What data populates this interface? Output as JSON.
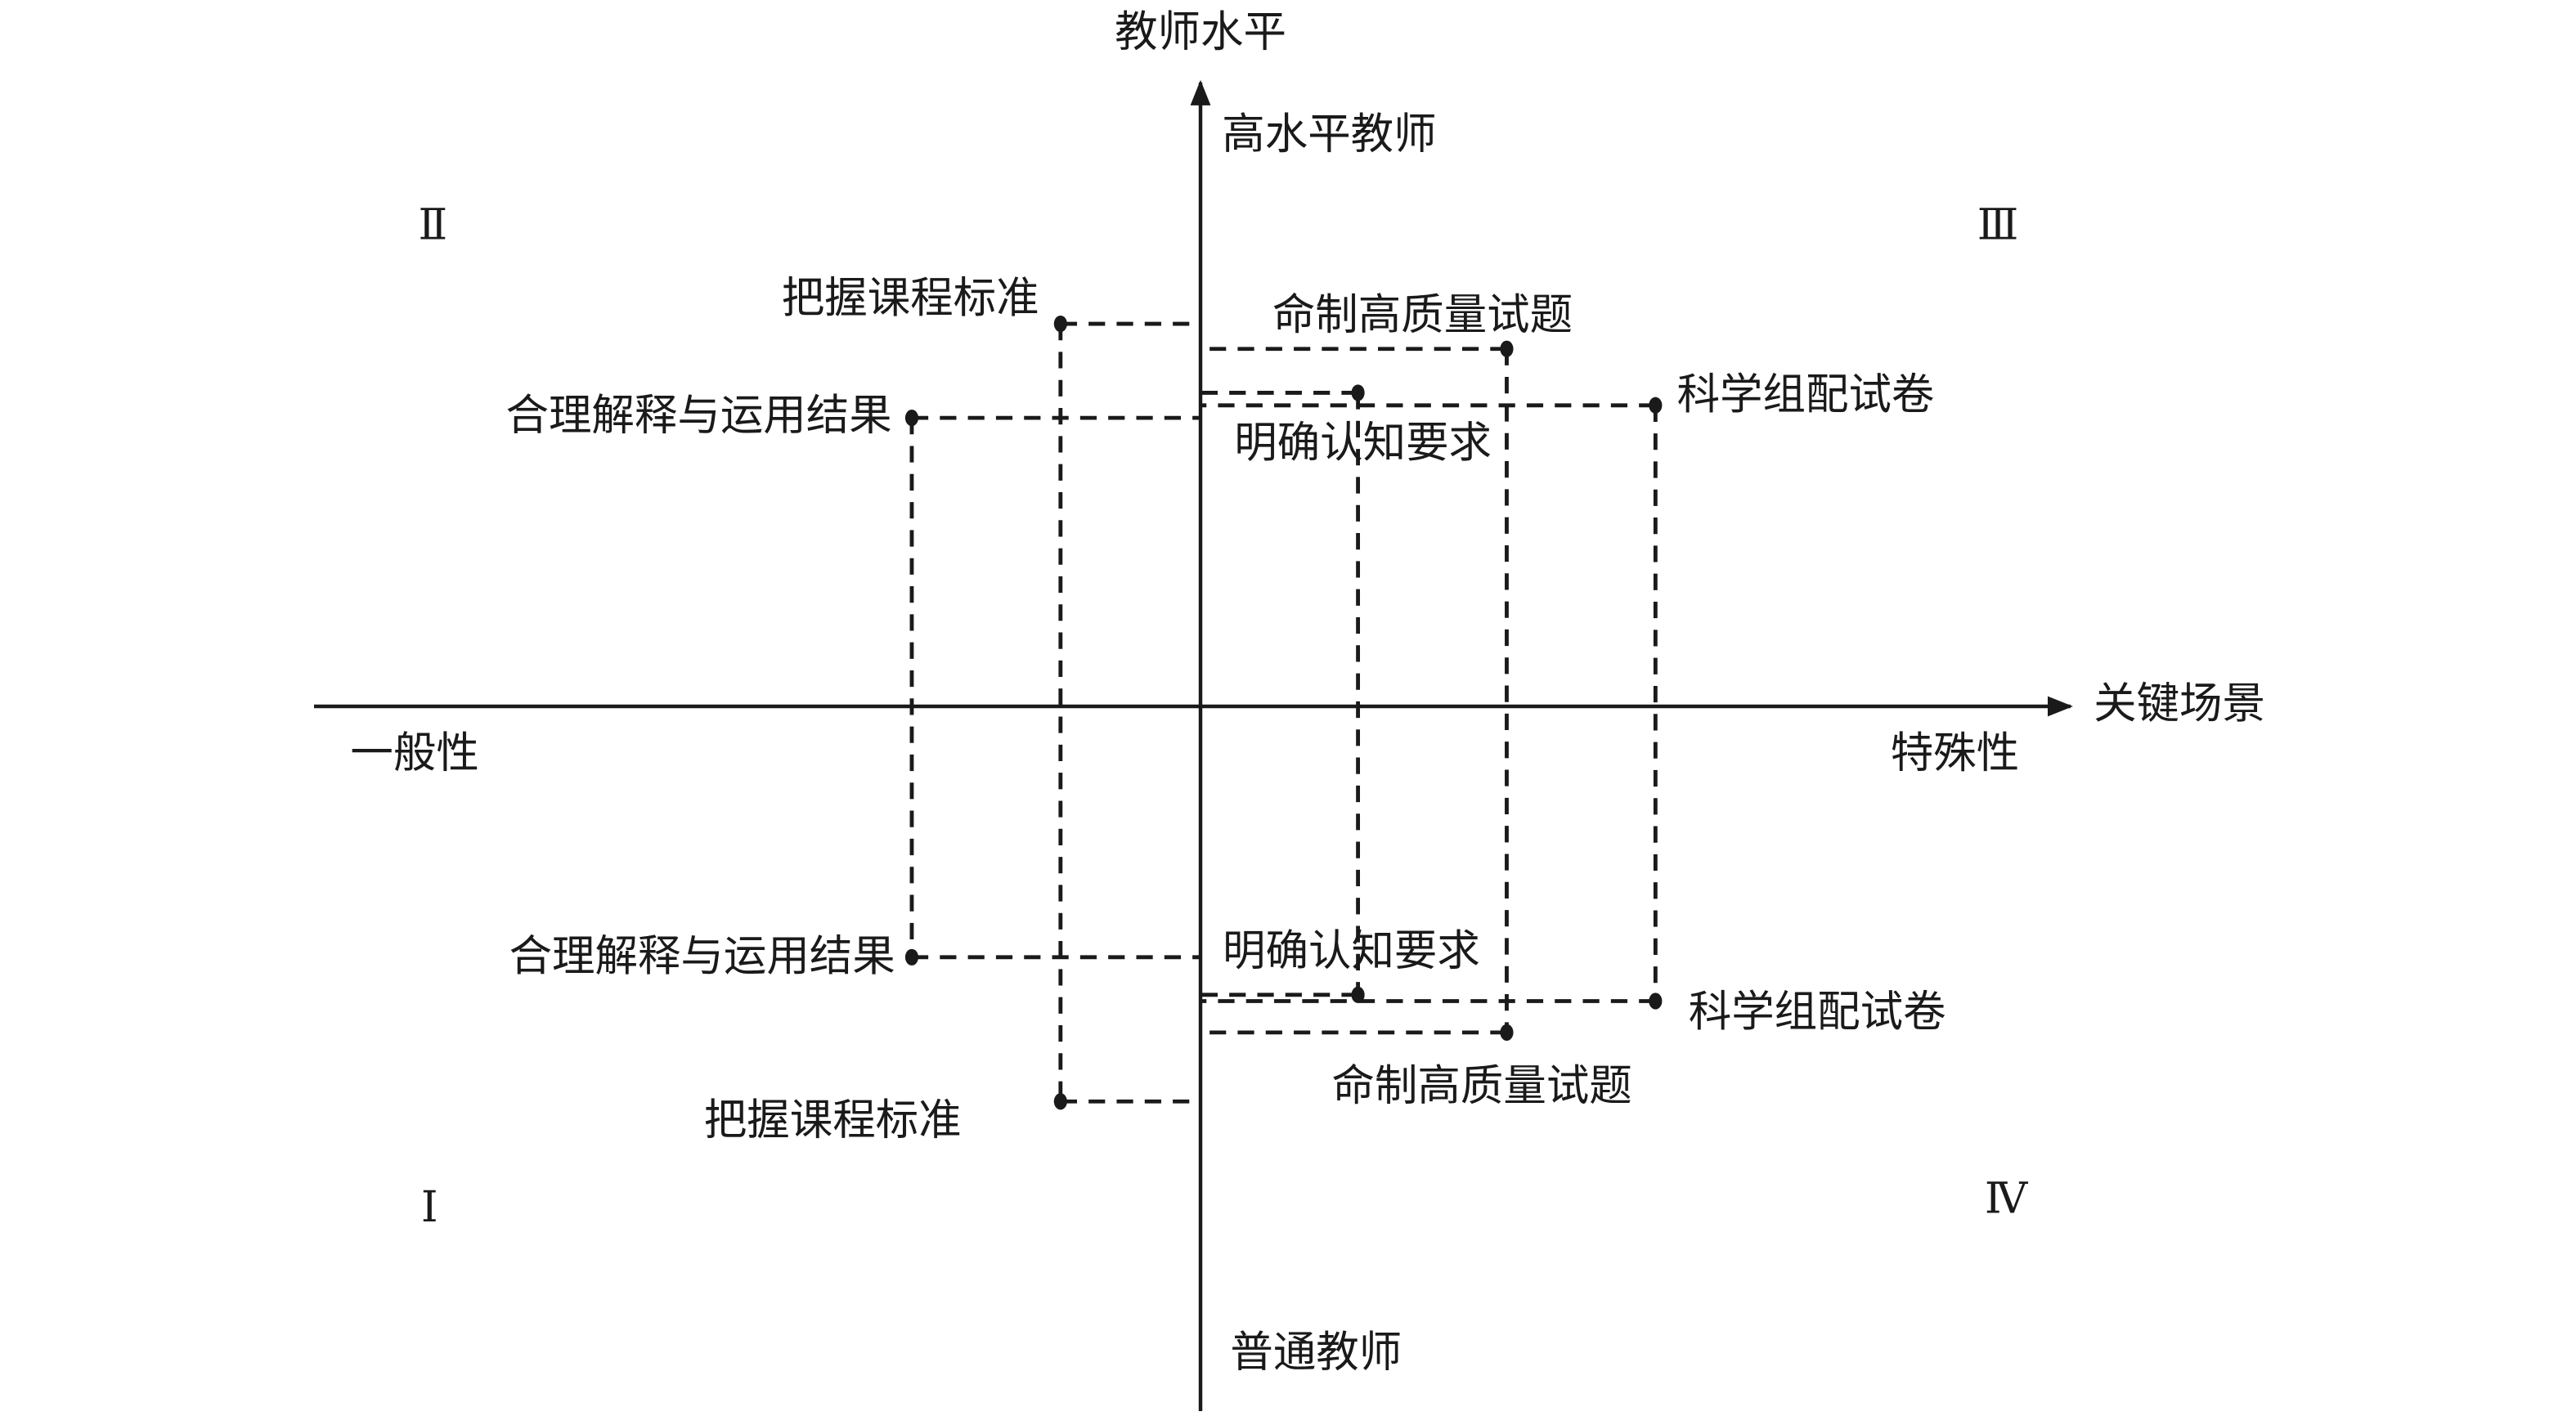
{
  "chart_data": {
    "type": "scatter",
    "title": "",
    "x_axis": {
      "label": "关键场景",
      "left_label": "一般性",
      "right_label": "特殊性",
      "range": [
        -1,
        1
      ]
    },
    "y_axis": {
      "label": "教师水平",
      "top_label": "高水平教师",
      "bottom_label": "普通教师",
      "range": [
        -1,
        1
      ]
    },
    "quadrants": {
      "q1": "Ⅰ",
      "q2": "Ⅱ",
      "q3": "Ⅲ",
      "q4": "Ⅳ"
    },
    "items": [
      {
        "name": "把握课程标准",
        "x": -0.16,
        "y_high": 0.61,
        "y_low": -0.63
      },
      {
        "name": "合理解释与运用结果",
        "x": -0.33,
        "y_high": 0.46,
        "y_low": -0.4
      },
      {
        "name": "命制高质量试题",
        "x": 0.35,
        "y_high": 0.57,
        "y_low": -0.52
      },
      {
        "name": "明确认知要求",
        "x": 0.18,
        "y_high": 0.5,
        "y_low": -0.46
      },
      {
        "name": "科学组配试卷",
        "x": 0.52,
        "y_high": 0.48,
        "y_low": -0.47
      }
    ]
  }
}
